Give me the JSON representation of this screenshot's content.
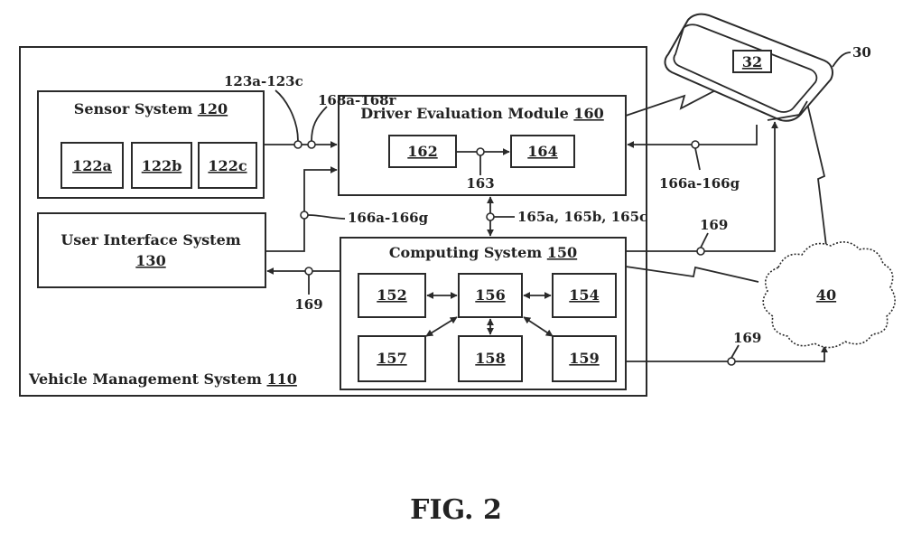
{
  "vms": {
    "title": "Vehicle Management System ",
    "ref": "110"
  },
  "sensor": {
    "title": "Sensor System ",
    "ref": "120",
    "items": [
      "122a",
      "122b",
      "122c"
    ]
  },
  "ui": {
    "title": "User Interface System",
    "ref": "130"
  },
  "dem": {
    "title": "Driver Evaluation Module ",
    "ref": "160",
    "a": "162",
    "b": "164"
  },
  "cs": {
    "title": "Computing System ",
    "ref": "150",
    "items": [
      "152",
      "156",
      "154",
      "157",
      "158",
      "159"
    ]
  },
  "device": {
    "screen_ref": "32",
    "ref": "30"
  },
  "network": {
    "ref": "40"
  },
  "labels": {
    "l123": "123a-123c",
    "l168": "168a-168r",
    "l163": "163",
    "l166_right": "166a-166g",
    "l166_left": "166a-166g",
    "l165": "165a, 165b, 165c",
    "l169_left": "169",
    "l169_top": "169",
    "l169_bottom": "169"
  },
  "caption": "FIG. 2"
}
